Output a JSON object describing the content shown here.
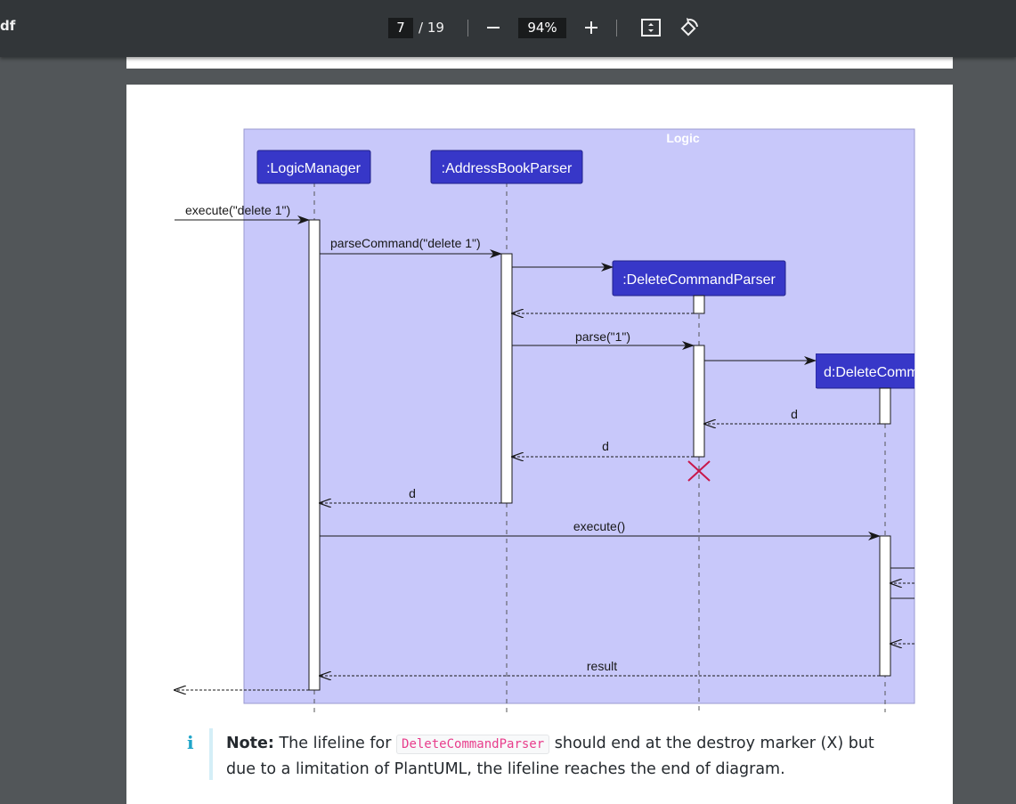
{
  "toolbar": {
    "title_fragment": "df",
    "page_current": "7",
    "page_total": "/ 19",
    "zoom": "94%",
    "colors": {
      "bg": "#323639",
      "input_bg": "#191b1c"
    }
  },
  "diagram": {
    "frame_title": "Logic",
    "participants": [
      {
        "name": ":LogicManager"
      },
      {
        "name": ":AddressBookParser"
      },
      {
        "name": ":DeleteCommandParser"
      },
      {
        "name": "d:DeleteComm"
      }
    ],
    "messages": {
      "execute_delete": "execute(\"delete 1\")",
      "parse_command": "parseCommand(\"delete 1\")",
      "parse": "parse(\"1\")",
      "return_d1": "d",
      "return_d2": "d",
      "return_d3": "d",
      "execute": "execute()",
      "result": "result"
    },
    "colors": {
      "frame_bg": "#c8c8fa",
      "participant_bg": "#3737c8",
      "destroy": "#c8174a"
    }
  },
  "note": {
    "label": "Note:",
    "text_before": " The lifeline for ",
    "code": "DeleteCommandParser",
    "text_after": " should end at the destroy marker (X) but due to a limitation of PlantUML, the lifeline reaches the end of diagram.",
    "icon": "info-icon"
  }
}
